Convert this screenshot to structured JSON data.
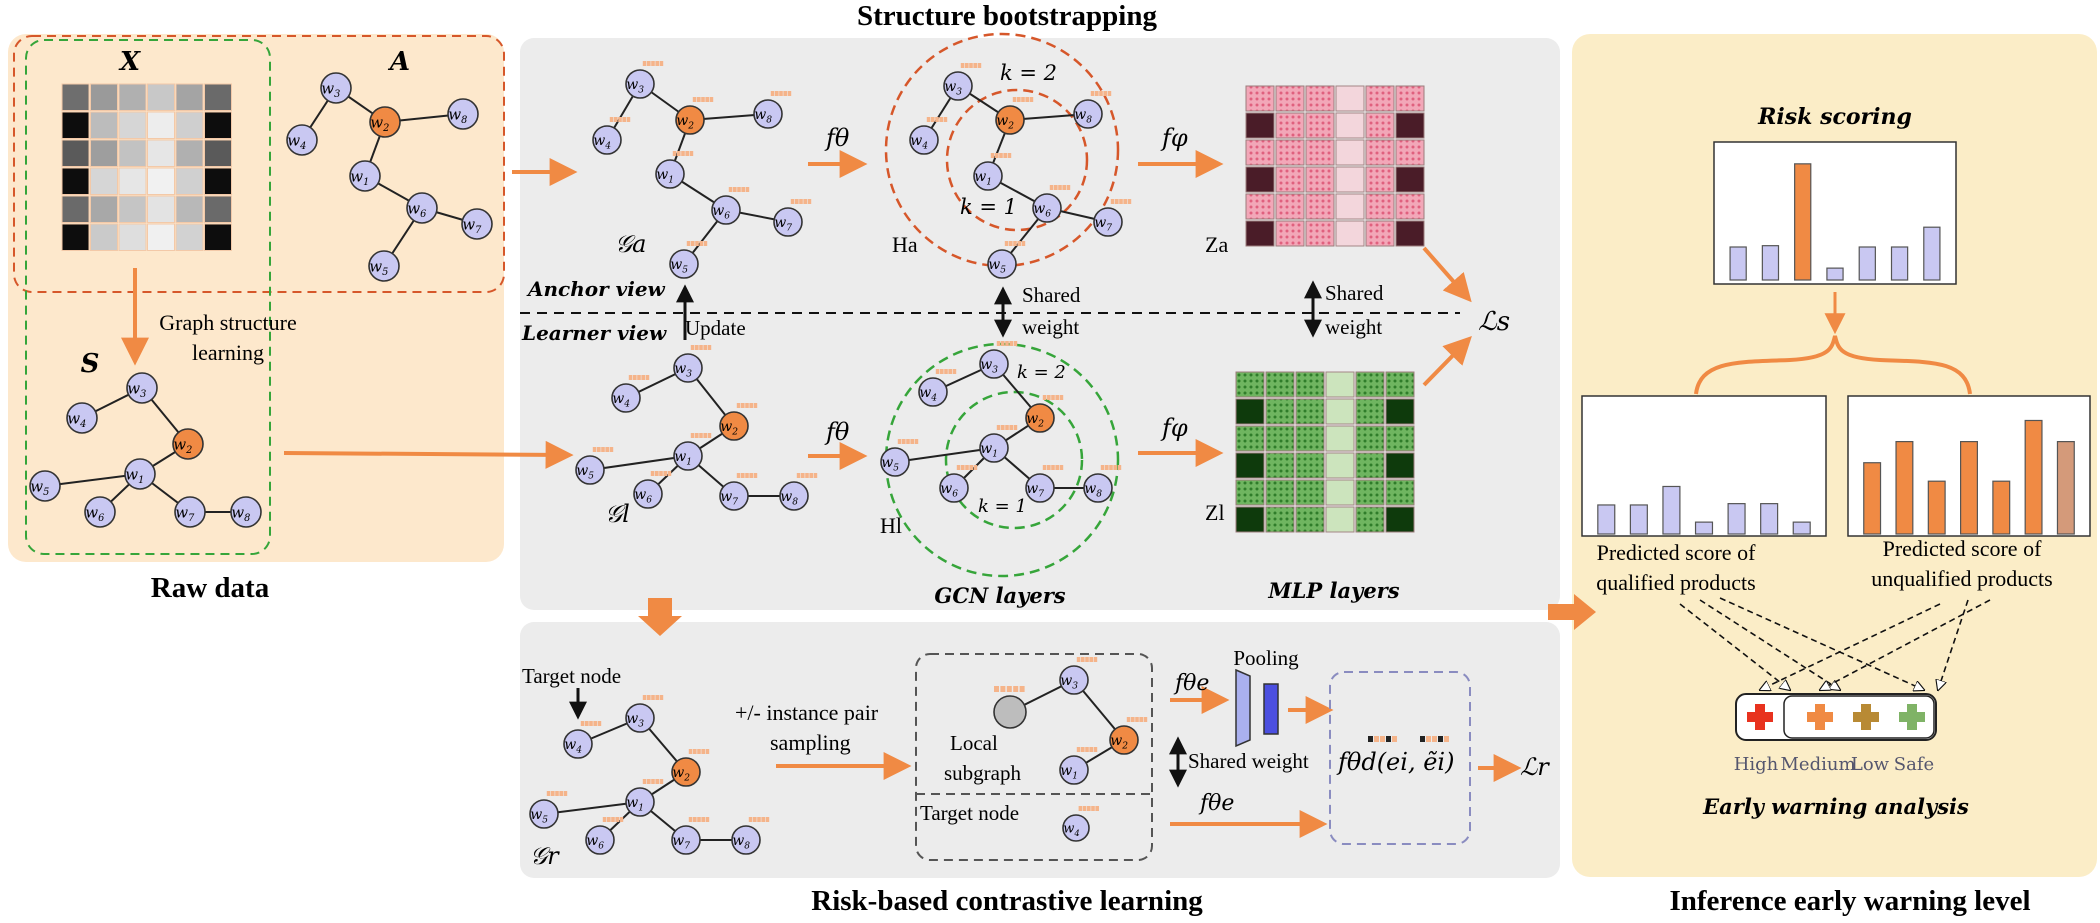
{
  "sections": {
    "raw_data": "Raw data",
    "structure": "Structure bootstrapping",
    "risk": "Risk-based contrastive learning",
    "inference": "Inference early warning level"
  },
  "raw": {
    "x_label": "X",
    "a_label": "A",
    "s_label": "S",
    "gsl_label_1": "Graph structure",
    "gsl_label_2": "learning"
  },
  "structure": {
    "anchor_view": "Anchor view",
    "learner_view": "Learner view",
    "update": "Update",
    "shared_weight_1": "Shared",
    "shared_weight_2": "weight",
    "f_theta": "fθ",
    "f_phi": "fφ",
    "g_a": "𝒢a",
    "g_l": "𝒢l",
    "h_a": "Ha",
    "h_l": "Hl",
    "z_a": "Za",
    "z_l": "Zl",
    "k2": "k = 2",
    "k1": "k = 1",
    "loss_s": "ℒs",
    "gcn_layers": "GCN layers",
    "mlp_layers": "MLP layers"
  },
  "risk": {
    "target_node": "Target node",
    "pair_sampling_1": "+/- instance pair",
    "pair_sampling_2": "sampling",
    "local_subgraph_1": "Local",
    "local_subgraph_2": "subgraph",
    "target_node_2": "Target node",
    "pooling": "Pooling",
    "shared_weight": "Shared weight",
    "f_theta_e": "fθe",
    "f_theta_d": "fθd(ei, ẽi)",
    "loss_r": "ℒr",
    "g_r": "𝒢r"
  },
  "inference": {
    "risk_scoring": "Risk scoring",
    "pred_qualified_1": "Predicted score of",
    "pred_qualified_2": "qualified products",
    "pred_unqualified_1": "Predicted score of",
    "pred_unqualified_2": "unqualified products",
    "early_warning": "Early warning analysis",
    "levels": [
      "High",
      "Medium",
      "Low",
      "Safe"
    ]
  },
  "nodes": {
    "w1": "w1",
    "w2": "w2",
    "w3": "w3",
    "w4": "w4",
    "w5": "w5",
    "w6": "w6",
    "w7": "w7",
    "w8": "w8"
  },
  "colors": {
    "peach_bg": "#fde8cc",
    "gray_bg": "#ececec",
    "yellow_bg": "#fbedc7",
    "node_fill": "#c9c8f2",
    "center_node": "#f08a44",
    "arrow_orange": "#f08a44",
    "red_dashed": "#d6572a",
    "green_dashed": "#36a53a"
  },
  "bars": {
    "risk_scoring": [
      0.25,
      0.26,
      0.88,
      0.09,
      0.25,
      0.25,
      0.4
    ],
    "qualified": [
      0.22,
      0.22,
      0.36,
      0.09,
      0.23,
      0.23,
      0.09
    ],
    "unqualified": [
      0.54,
      0.7,
      0.4,
      0.7,
      0.4,
      0.86,
      0.7
    ]
  }
}
